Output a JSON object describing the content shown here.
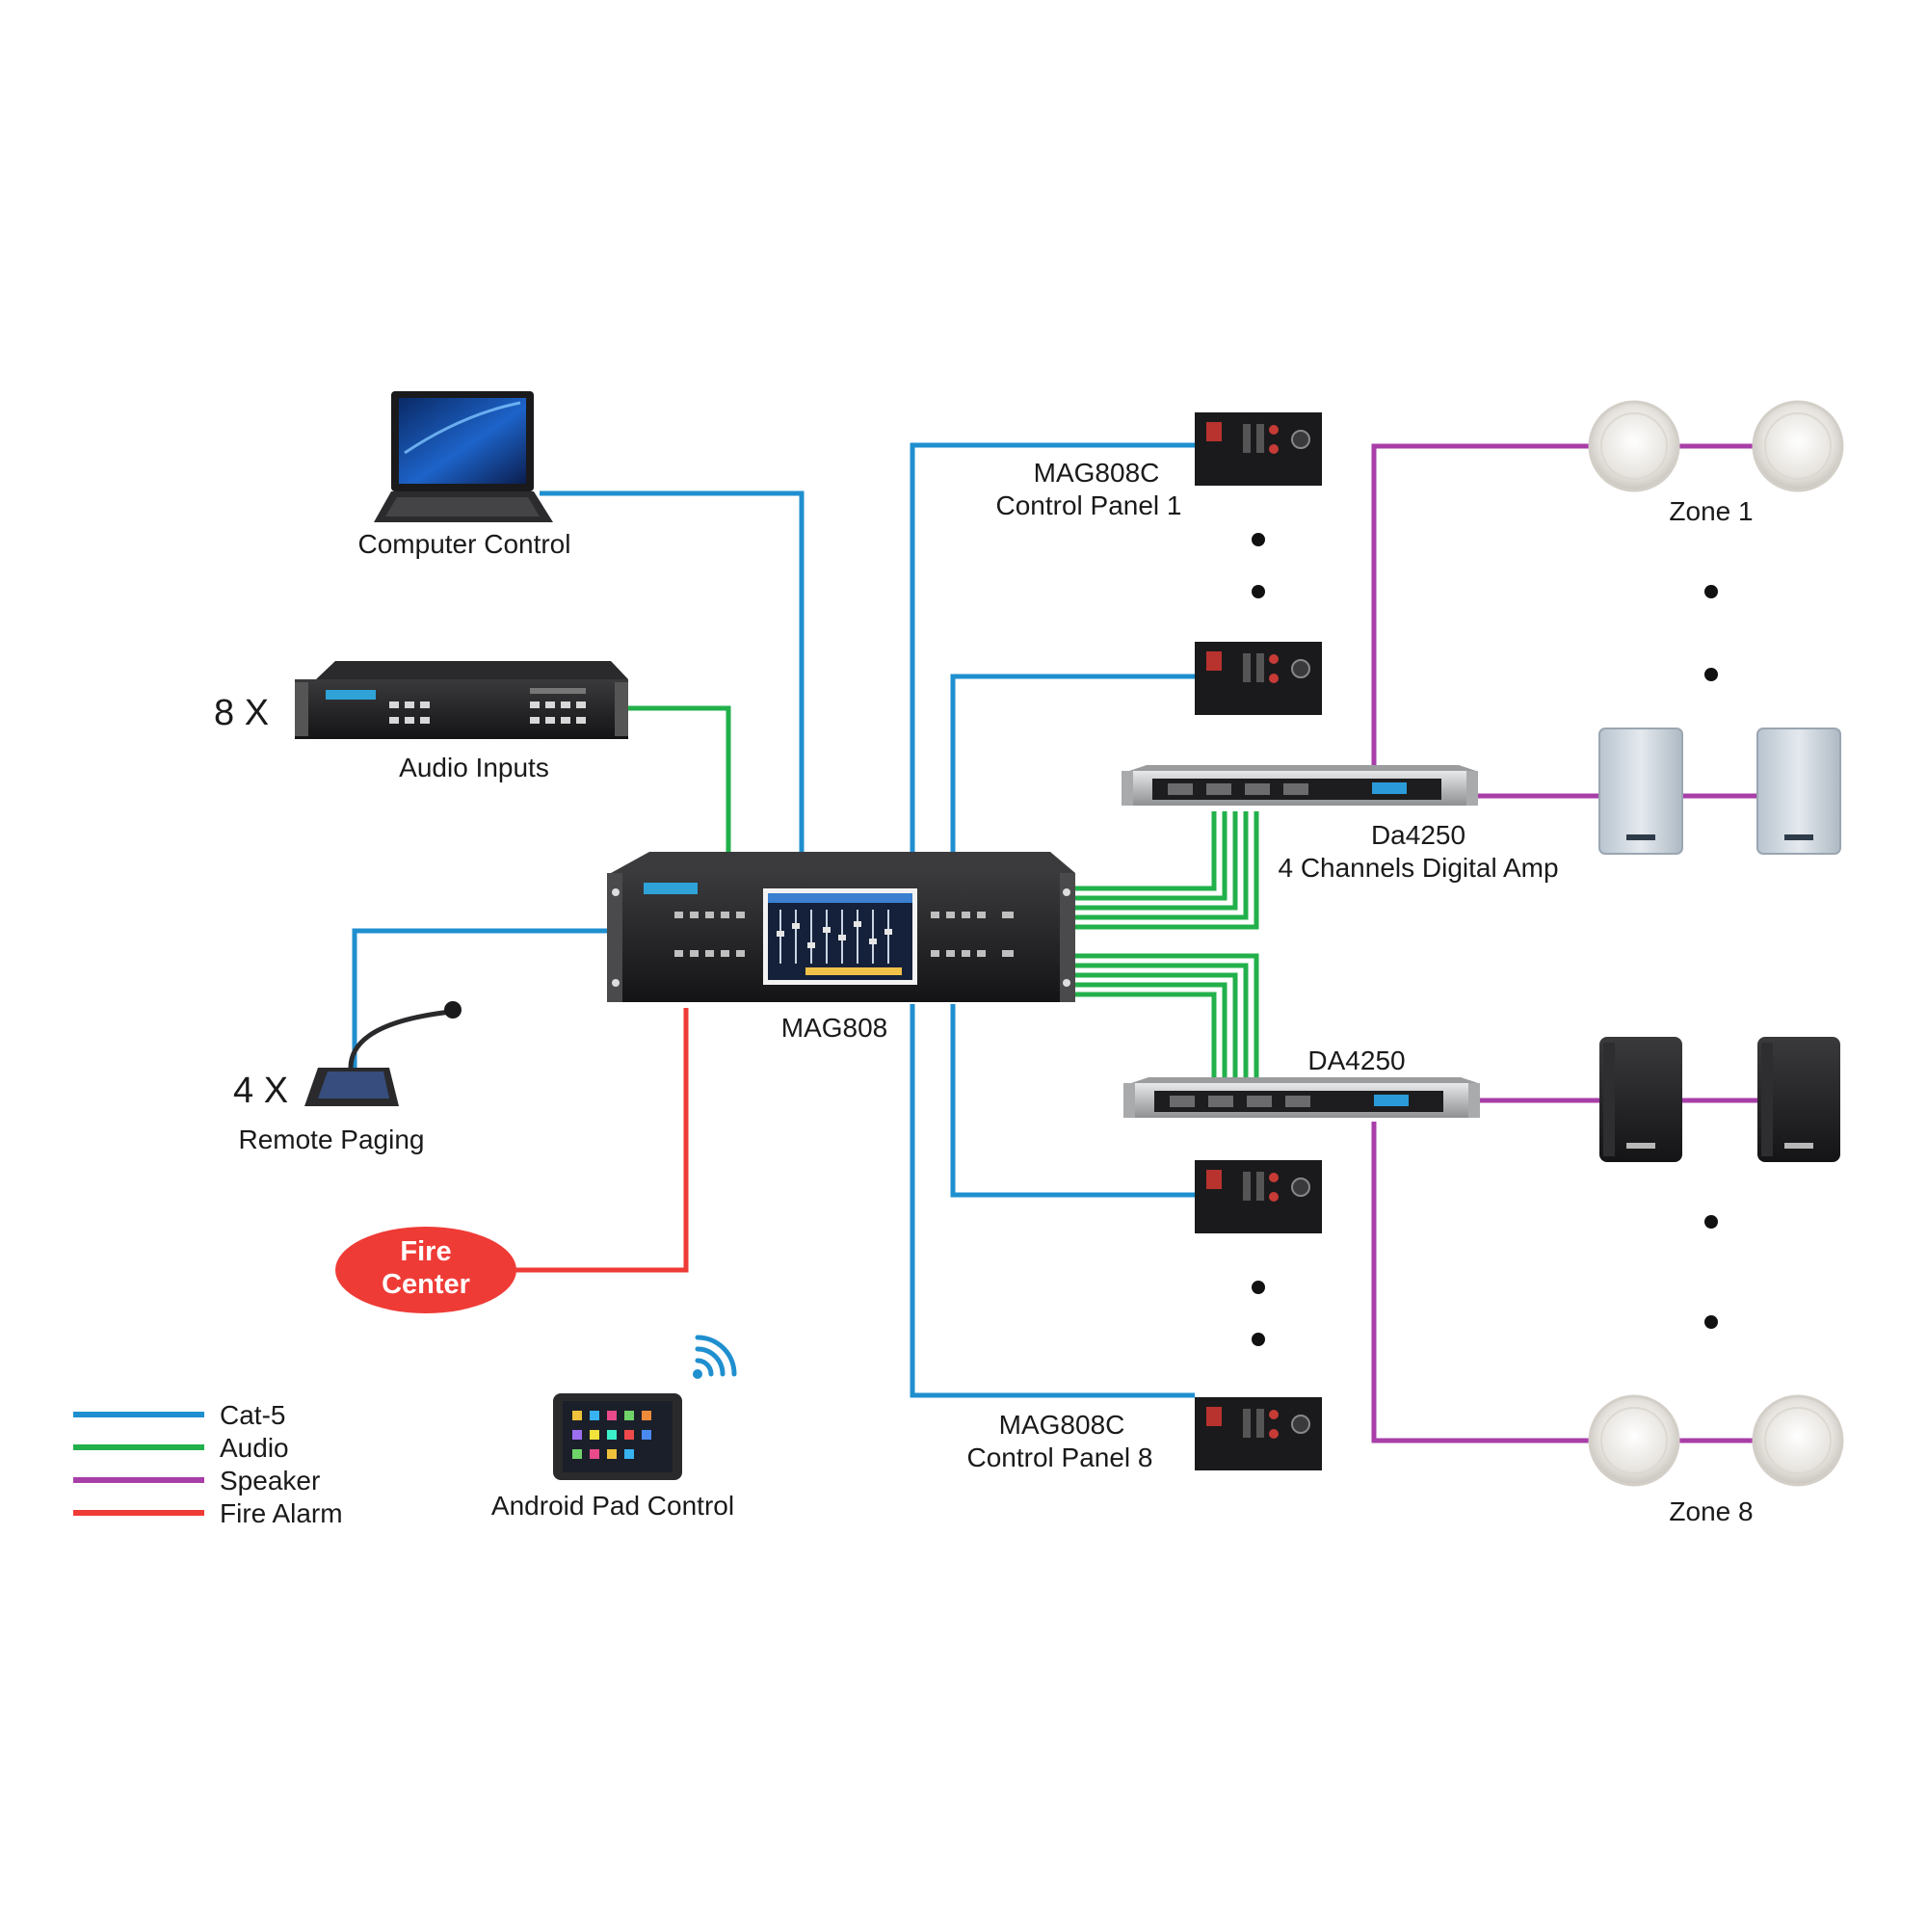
{
  "colors": {
    "cat5": "#1f8fcf",
    "audio": "#22b04b",
    "speaker": "#a83ea8",
    "fire_alarm": "#ef3b36",
    "device_dark": "#1c1c1e",
    "device_silver": "#c9cbcd"
  },
  "devices": {
    "computer": {
      "label": "Computer Control",
      "icon": "laptop-icon"
    },
    "audio_inputs": {
      "multiplier": "8 X",
      "label": "Audio Inputs",
      "icon": "rack-player-icon"
    },
    "remote_paging": {
      "multiplier": "4 X",
      "label": "Remote Paging",
      "icon": "paging-microphone-icon"
    },
    "fire_center": {
      "line1": "Fire",
      "line2": "Center"
    },
    "android_pad": {
      "label": "Android Pad Control",
      "icon": "tablet-icon",
      "wireless_icon": "wifi-icon"
    },
    "main_unit": {
      "label": "MAG808",
      "icon": "matrix-rack-icon"
    },
    "control_panel_1": {
      "line1": "MAG808C",
      "line2": "Control Panel 1"
    },
    "control_panel_8": {
      "line1": "MAG808C",
      "line2": "Control Panel 8"
    },
    "amp_top": {
      "line1": "Da4250",
      "line2": "4 Channels Digital Amp"
    },
    "amp_bottom": {
      "line1": "DA4250"
    },
    "zone_1": {
      "label": "Zone  1"
    },
    "zone_8": {
      "label": "Zone  8"
    }
  },
  "legend": [
    {
      "label": "Cat-5",
      "color": "#1f8fcf"
    },
    {
      "label": "Audio",
      "color": "#22b04b"
    },
    {
      "label": "Speaker",
      "color": "#a83ea8"
    },
    {
      "label": "Fire Alarm",
      "color": "#ef3b36"
    }
  ]
}
